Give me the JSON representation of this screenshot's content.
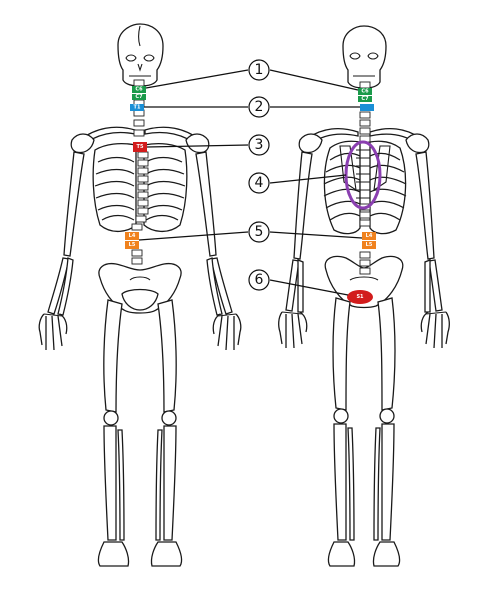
{
  "markers": [
    {
      "id": "1",
      "label": "①"
    },
    {
      "id": "2",
      "label": "②"
    },
    {
      "id": "3",
      "label": "③"
    },
    {
      "id": "4",
      "label": "④"
    },
    {
      "id": "5",
      "label": "⑤"
    },
    {
      "id": "6",
      "label": "⑥"
    }
  ],
  "tags": {
    "front_cervical": "C6",
    "front_cervical_low": "C7",
    "front_thoracic_upper": "T1",
    "front_thoracic_mid": "T5",
    "front_lumbar_1": "L4",
    "front_lumbar_2": "L5",
    "back_cervical": "C6",
    "back_cervical_low": "C7",
    "back_lumbar_1": "L4",
    "back_lumbar_2": "L5",
    "back_sacrum": "S1"
  },
  "colors": {
    "green": "#1a9a4a",
    "blue": "#1a8fd6",
    "red": "#d21c1c",
    "orange": "#f0821e",
    "purple": "#8a3fb0"
  }
}
